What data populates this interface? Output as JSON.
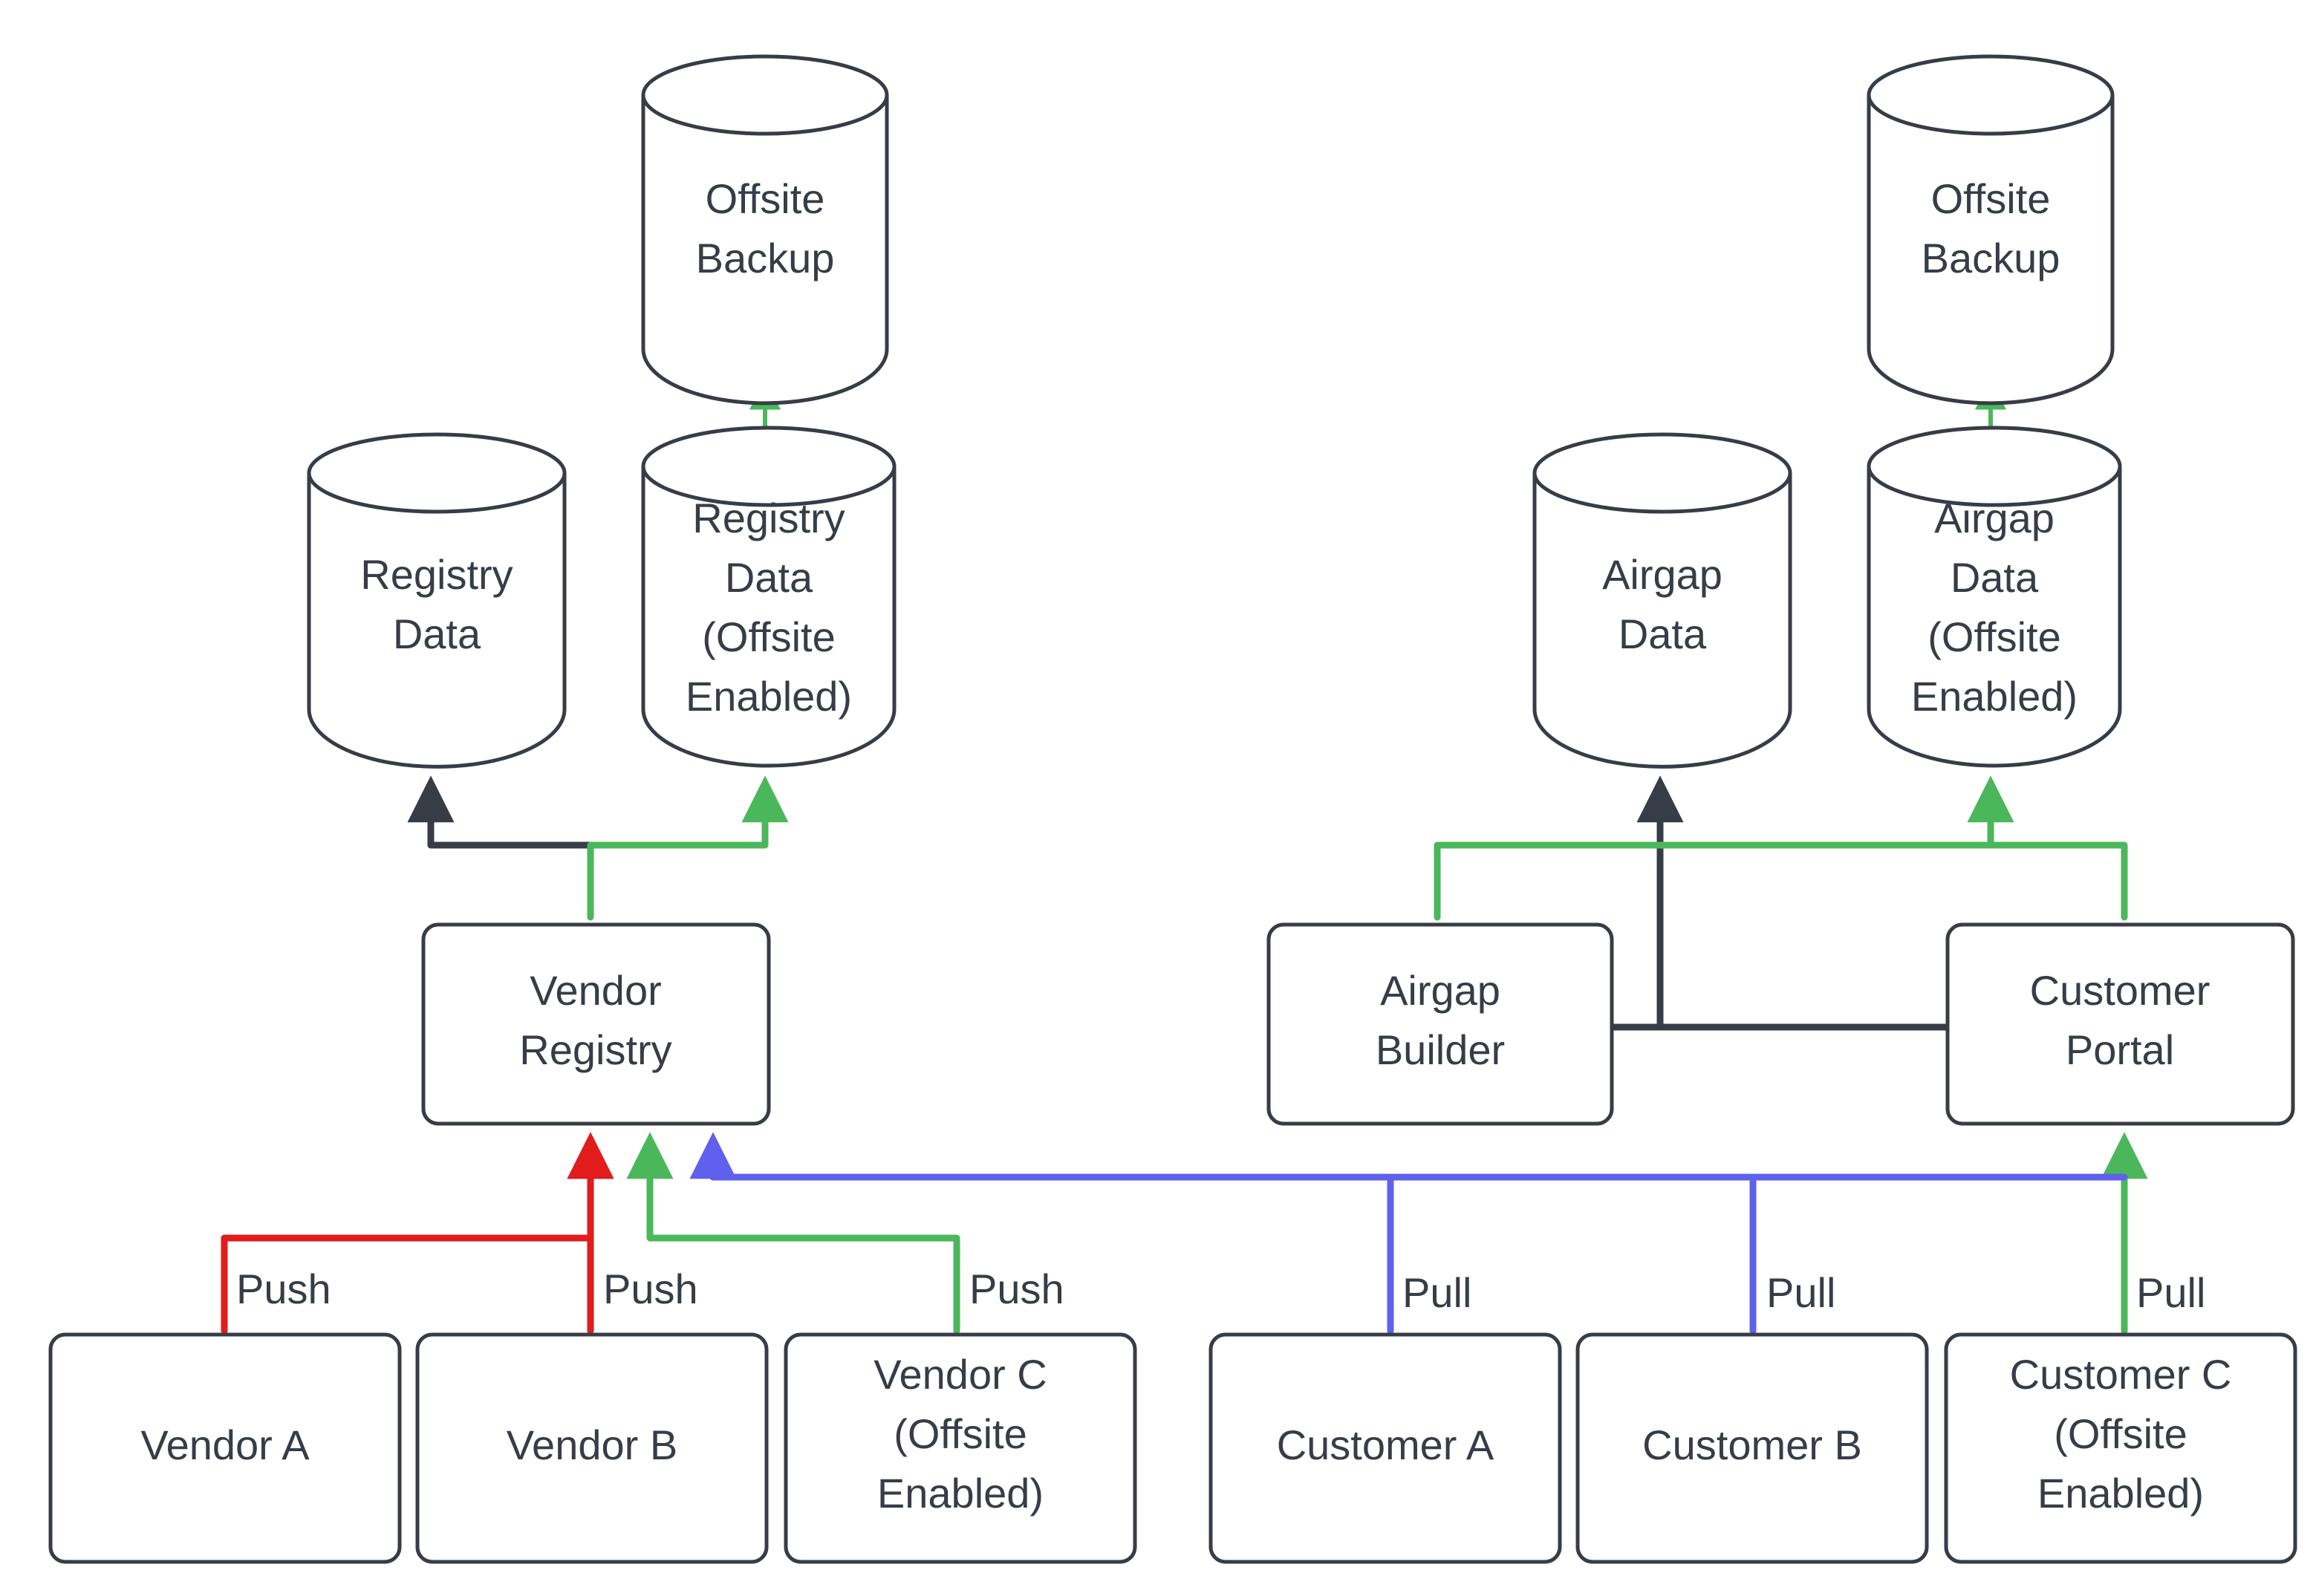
{
  "diagram": {
    "title": "Vendor Registry and Customer Portal Offsite Backup Flow",
    "background": "#ffffff",
    "colors": {
      "stroke_dark": "#373d47",
      "edge_green": "#4bb75b",
      "edge_red": "#e21b1b",
      "edge_blue": "#6060ee",
      "edge_dark": "#373d47",
      "node_fill": "#ffffff"
    },
    "nodes": {
      "offsite_backup_left": {
        "label_line1": "Offsite",
        "label_line2": "Backup",
        "shape": "cylinder"
      },
      "offsite_backup_right": {
        "label_line1": "Offsite",
        "label_line2": "Backup",
        "shape": "cylinder"
      },
      "registry_data": {
        "label_line1": "Registry",
        "label_line2": "Data",
        "shape": "cylinder"
      },
      "registry_data_offsite": {
        "label_line1": "Registry",
        "label_line2": "Data",
        "label_line3": "(Offsite",
        "label_line4": "Enabled)",
        "shape": "cylinder"
      },
      "airgap_data": {
        "label_line1": "Airgap",
        "label_line2": "Data",
        "shape": "cylinder"
      },
      "airgap_data_offsite": {
        "label_line1": "Airgap",
        "label_line2": "Data",
        "label_line3": "(Offsite",
        "label_line4": "Enabled)",
        "shape": "cylinder"
      },
      "vendor_registry": {
        "label_line1": "Vendor",
        "label_line2": "Registry",
        "shape": "box"
      },
      "airgap_builder": {
        "label_line1": "Airgap",
        "label_line2": "Builder",
        "shape": "box"
      },
      "customer_portal": {
        "label_line1": "Customer",
        "label_line2": "Portal",
        "shape": "box"
      },
      "vendor_a": {
        "label_line1": "Vendor A",
        "shape": "box"
      },
      "vendor_b": {
        "label_line1": "Vendor B",
        "shape": "box"
      },
      "vendor_c": {
        "label_line1": "Vendor C",
        "label_line2": "(Offsite",
        "label_line3": "Enabled)",
        "shape": "box"
      },
      "customer_a": {
        "label_line1": "Customer A",
        "shape": "box"
      },
      "customer_b": {
        "label_line1": "Customer B",
        "shape": "box"
      },
      "customer_c": {
        "label_line1": "Customer C",
        "label_line2": "(Offsite",
        "label_line3": "Enabled)",
        "shape": "box"
      }
    },
    "edge_labels": {
      "push_vendor_a": "Push",
      "push_vendor_b": "Push",
      "push_vendor_c": "Push",
      "pull_customer_a": "Pull",
      "pull_customer_b": "Pull",
      "pull_customer_c": "Pull"
    }
  }
}
